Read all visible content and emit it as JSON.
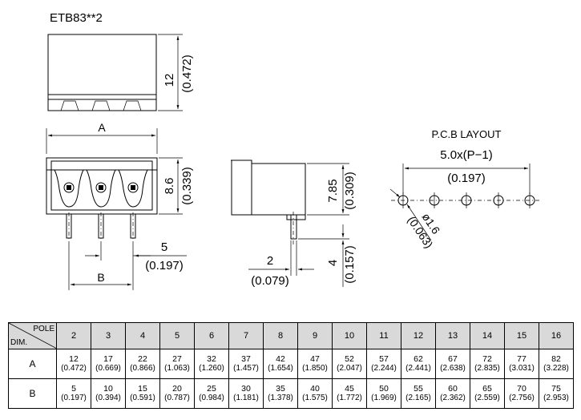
{
  "drawing": {
    "part_number": "ETB83**2",
    "top_view": {
      "height_mm": "12",
      "height_in": "(0.472)"
    },
    "front_view": {
      "width_label": "A",
      "height_mm": "8.6",
      "height_in": "(0.339)",
      "pitch_mm": "5",
      "pitch_in": "(0.197)",
      "pin_span_label": "B"
    },
    "side_view": {
      "height_mm": "7.85",
      "height_in": "(0.309)",
      "pin_offset_mm": "2",
      "pin_offset_in": "(0.079)",
      "pin_length_mm": "4",
      "pin_length_in": "(0.157)"
    },
    "pcb_layout": {
      "title": "P.C.B  LAYOUT",
      "span_formula": "5.0x(P−1)",
      "pitch_in": "(0.197)",
      "hole_dia_mm": "ø1.6",
      "hole_dia_in": "(0.063)"
    }
  },
  "table": {
    "corner_top": "POLE",
    "corner_bottom": "DIM.",
    "poles": [
      "2",
      "3",
      "4",
      "5",
      "6",
      "7",
      "8",
      "9",
      "10",
      "11",
      "12",
      "13",
      "14",
      "15",
      "16"
    ],
    "rows": [
      {
        "label": "A",
        "mm": [
          "12",
          "17",
          "22",
          "27",
          "32",
          "37",
          "42",
          "47",
          "52",
          "57",
          "62",
          "67",
          "72",
          "77",
          "82"
        ],
        "in": [
          "(0.472)",
          "(0.669)",
          "(0.866)",
          "(1.063)",
          "(1.260)",
          "(1.457)",
          "(1.654)",
          "(1.850)",
          "(2.047)",
          "(2.244)",
          "(2.441)",
          "(2.638)",
          "(2.835)",
          "(3.031)",
          "(3.228)"
        ]
      },
      {
        "label": "B",
        "mm": [
          "5",
          "10",
          "15",
          "20",
          "25",
          "30",
          "35",
          "40",
          "45",
          "50",
          "55",
          "60",
          "65",
          "70",
          "75"
        ],
        "in": [
          "(0.197)",
          "(0.394)",
          "(0.591)",
          "(0.787)",
          "(0.984)",
          "(1.181)",
          "(1.378)",
          "(1.575)",
          "(1.772)",
          "(1.969)",
          "(2.165)",
          "(2.362)",
          "(2.559)",
          "(2.756)",
          "(2.953)"
        ]
      }
    ]
  }
}
